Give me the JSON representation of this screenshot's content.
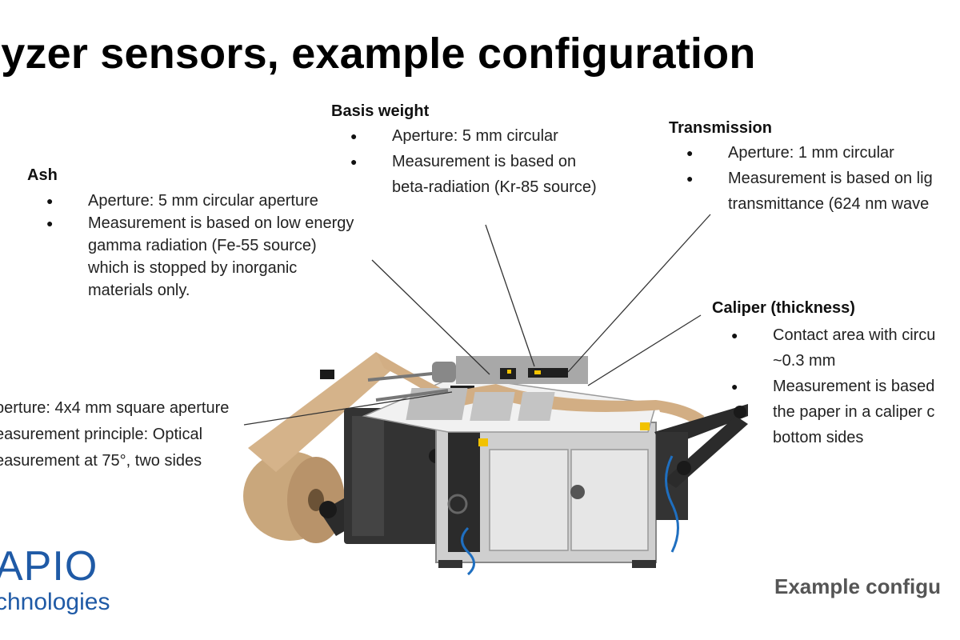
{
  "slide": {
    "title": "lyzer sensors, example configuration",
    "footer": "Example configu"
  },
  "ash": {
    "title": "Ash",
    "bullets": [
      "Aperture: 5 mm circular aperture",
      "Measurement is based on low energy",
      "gamma radiation (Fe-55 source)",
      "which is stopped by inorganic",
      "materials only."
    ]
  },
  "basis_weight": {
    "title": "Basis weight",
    "bullets": [
      "Aperture: 5 mm circular",
      "Measurement is based on",
      "beta-radiation (Kr-85 source)"
    ]
  },
  "transmission": {
    "title": "Transmission",
    "bullets": [
      "Aperture: 1 mm circular",
      "Measurement is based on lig",
      "transmittance (624 nm wave"
    ]
  },
  "caliper": {
    "title": "Caliper (thickness)",
    "bullets": [
      "Contact area with circu",
      "~0.3 mm",
      "Measurement is based",
      "the paper in a caliper c",
      "bottom sides"
    ]
  },
  "optical": {
    "lines": [
      "perture: 4x4 mm square aperture",
      "easurement principle: Optical",
      "easurement at 75°, two sides"
    ]
  },
  "logo": {
    "main": "APIO",
    "sub": "chnologies"
  },
  "colors": {
    "logo_blue": "#1f5aa6",
    "paper_tan": "#c9a77c",
    "frame_dark": "#2b2b2b",
    "cabinet_grey": "#dcdcdc",
    "warning_yellow": "#f2c200"
  }
}
